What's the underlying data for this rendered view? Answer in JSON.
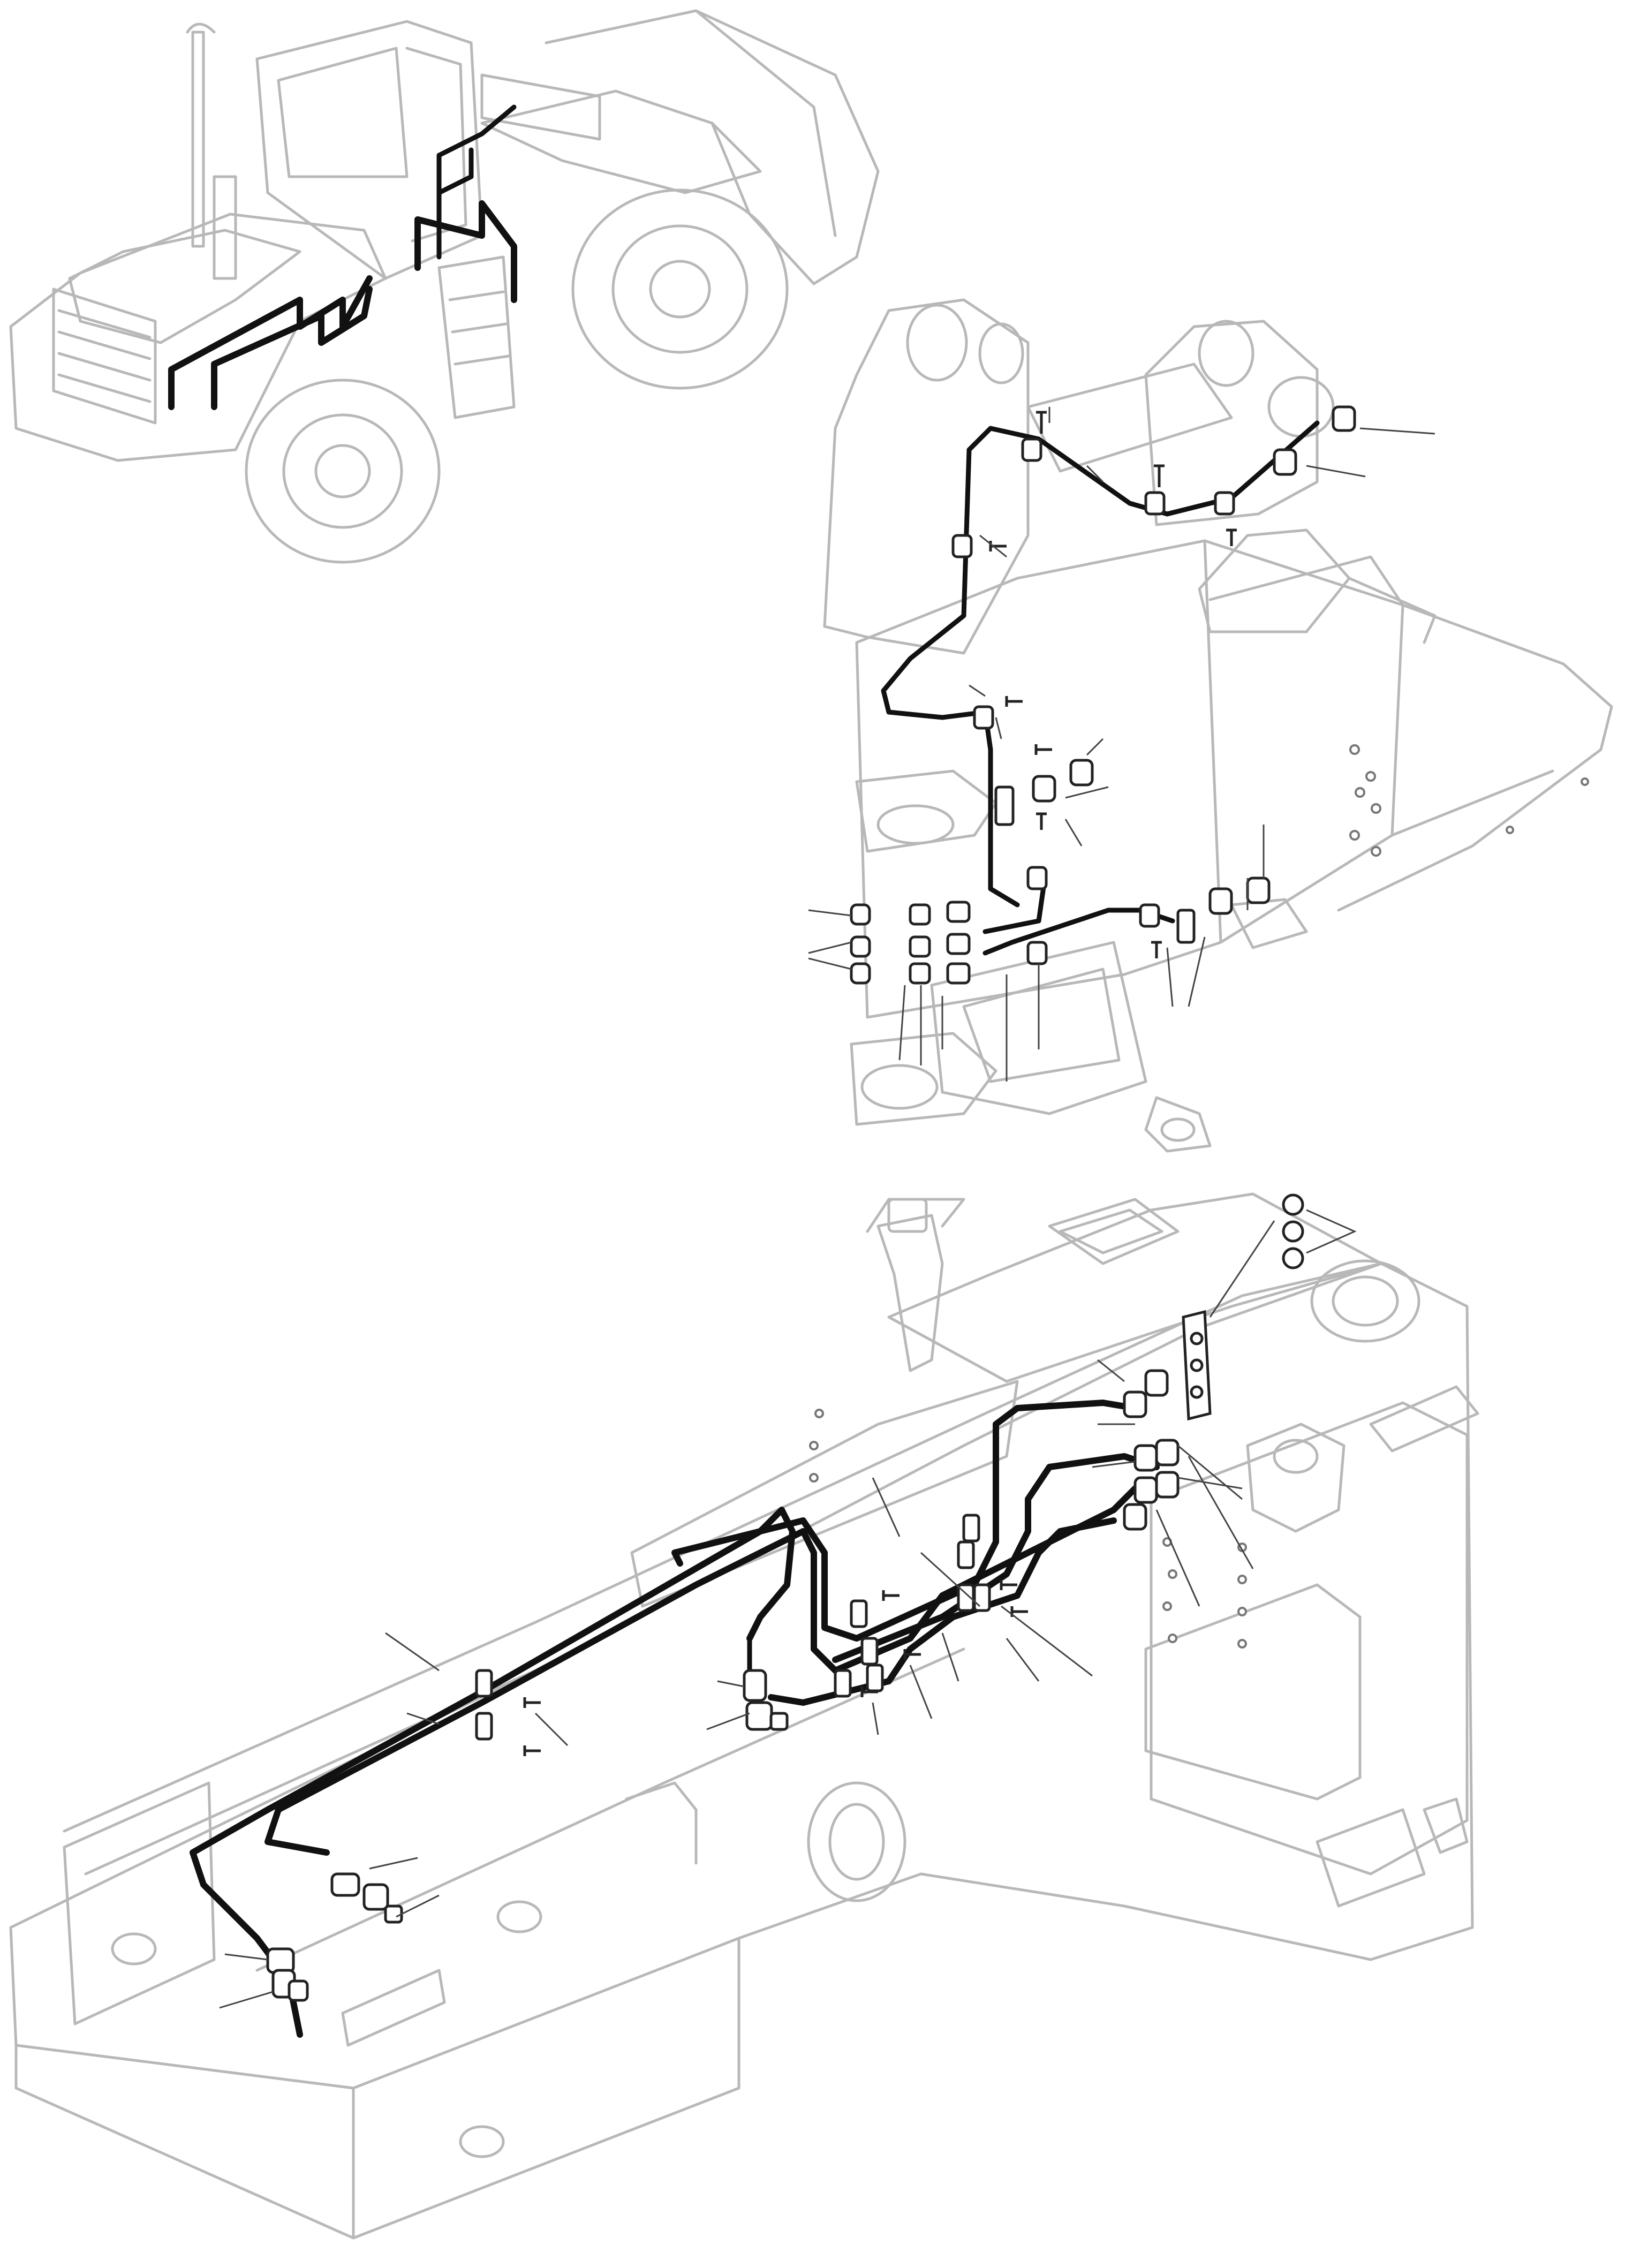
{
  "diagram": {
    "kind": "exploded parts drawing",
    "subject_views": [
      "machine-overview",
      "front-frame",
      "rear-frame"
    ],
    "colors": {
      "outline": "#b8b8b8",
      "hose": "#111111",
      "part": "#222222",
      "leader": "#444444"
    },
    "labels": []
  }
}
